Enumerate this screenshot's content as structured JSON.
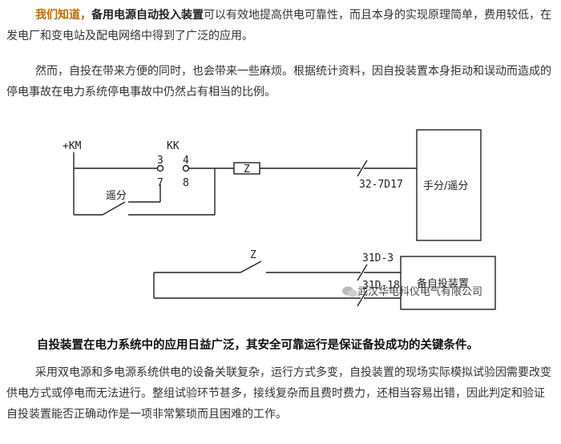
{
  "intro": {
    "lead": "我们知道，",
    "bold_term": "备用电源自动投入装置",
    "rest": "可以有效地提高供电可靠性，而且本身的实现原理简单，费用较低，在发电厂和变电站及配电网络中得到了广泛的应用。"
  },
  "para2": "然而，自投在带来方便的同时，也会带来一些麻烦。根据统计资料，因自投装置本身拒动和误动而造成的停电事故在电力系统停电事故中仍然占有相当的比例。",
  "diagram": {
    "km": "+KM",
    "kk": "KK",
    "pin3": "3",
    "pin4": "4",
    "pin7": "7",
    "pin8": "8",
    "remote": "遥分",
    "z_box": "Z",
    "terminal_top": "32-7D17",
    "box_top": "手分/遥分",
    "z_contact": "Z",
    "terminal_a": "31D-3",
    "terminal_b": "31D-18",
    "box_bottom": "备自投装置",
    "watermark": "武汉华电科仪电气有限公司"
  },
  "heading": "自投装置在电力系统中的应用日益广泛，其安全可靠运行是保证备投成功的关键条件。",
  "para3": "采用双电源和多电源系统供电的设备关联复杂，运行方式多变，自投装置的现场实际模拟试验因需要改变供电方式或停电而无法进行。整组试验环节甚多，接线复杂而且费时费力，还相当容易出错，因此判定和验证自投装置能否正确动作是一项非常繁琐而且困难的工作。"
}
